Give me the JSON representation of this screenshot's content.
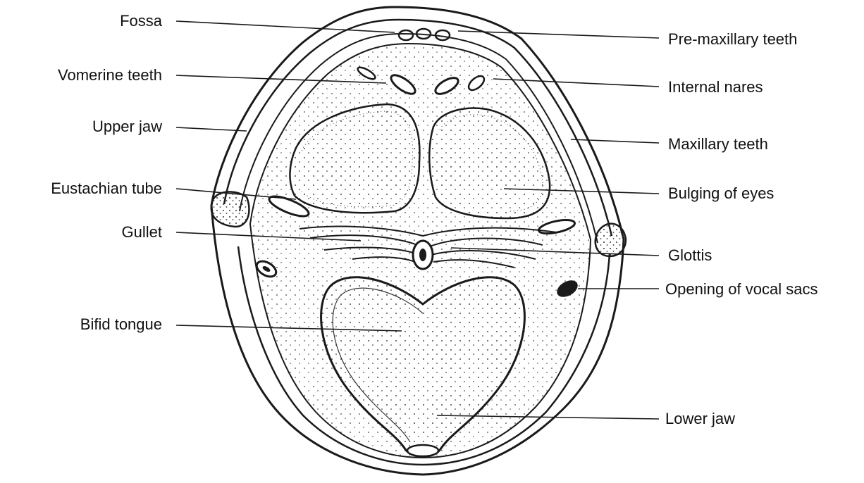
{
  "labels": {
    "fossa": "Fossa",
    "vomerine_teeth": "Vomerine teeth",
    "upper_jaw": "Upper jaw",
    "eustachian_tube": "Eustachian tube",
    "gullet": "Gullet",
    "bifid_tongue": "Bifid tongue",
    "pre_maxillary_teeth": "Pre-maxillary teeth",
    "internal_nares": "Internal nares",
    "maxillary_teeth": "Maxillary teeth",
    "bulging_of_eyes": "Bulging of eyes",
    "glottis": "Glottis",
    "opening_of_vocal_sacs": "Opening of vocal sacs",
    "lower_jaw": "Lower jaw"
  },
  "colors": {
    "ink": "#1a1a1a",
    "stipple": "#333333",
    "background": "#ffffff"
  }
}
